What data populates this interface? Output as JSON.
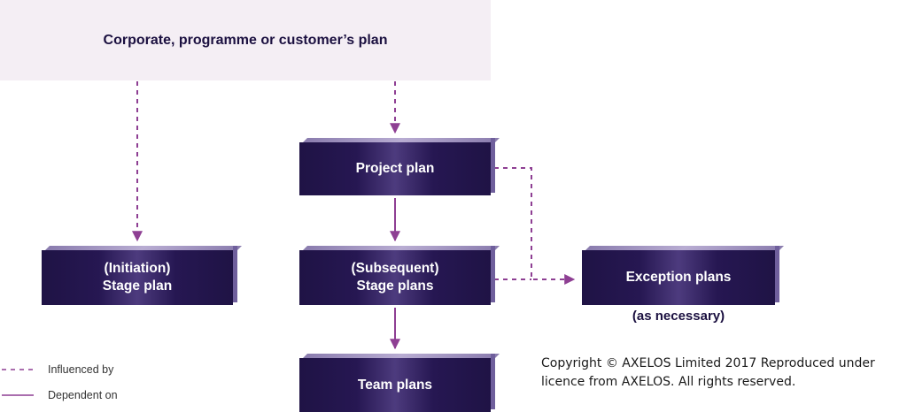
{
  "diagram": {
    "corporate_plan": "Corporate, programme or customer’s plan",
    "project_plan": "Project plan",
    "initiation_stage_plan": {
      "line1": "(Initiation)",
      "line2": "Stage plan"
    },
    "subsequent_stage_plans": {
      "line1": "(Subsequent)",
      "line2": "Stage plans"
    },
    "exception_plans": "Exception plans",
    "exception_note": "(as necessary)",
    "team_plans": "Team plans"
  },
  "legend": {
    "influenced_by": "Influenced by",
    "dependent_on": "Dependent on"
  },
  "copyright": "Copyright © AXELOS Limited 2017 Reproduced under licence from AXELOS. All rights reserved.",
  "colors": {
    "box_dark": "#1f1345",
    "box_highlight": "#4d3b7e",
    "connector": "#8e3f93",
    "corporate_fill": "#f4eef4"
  }
}
